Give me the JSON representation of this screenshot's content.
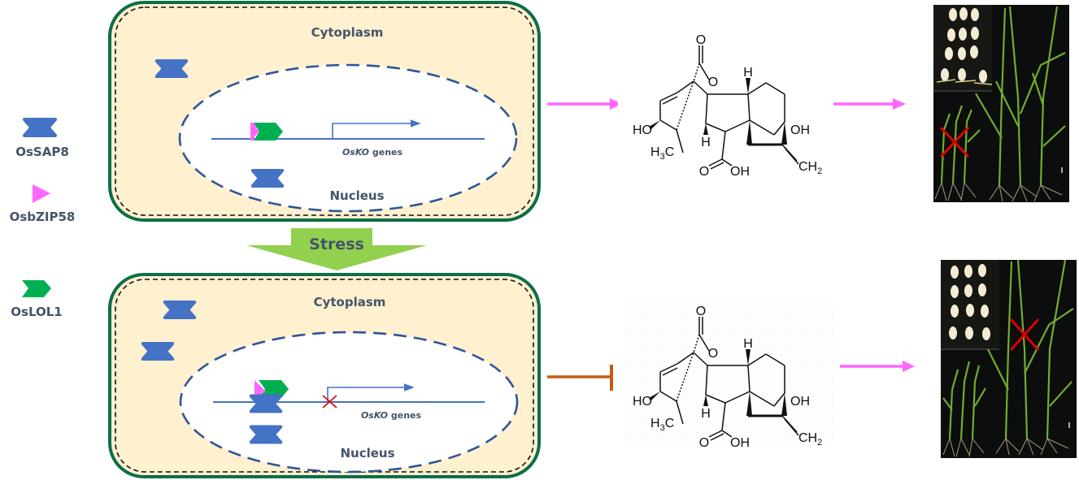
{
  "legend": {
    "items": [
      {
        "label": "OsSAP8",
        "shape": "bowtie-protein",
        "color": "#4472c4"
      },
      {
        "label": "OsbZIP58",
        "shape": "triangle",
        "color": "#ff66ff"
      },
      {
        "label": "OsLOL1",
        "shape": "chevron",
        "color": "#00b050"
      }
    ]
  },
  "top_cell": {
    "cytoplasm_label": "Cytoplasm",
    "nucleus_label": "Nucleus",
    "gene_label_italic": "OsKO",
    "gene_label_suffix": " genes",
    "state": "transcription active"
  },
  "stress_arrow": {
    "label": "Stress",
    "color": "#92d050"
  },
  "bottom_cell": {
    "cytoplasm_label": "Cytoplasm",
    "nucleus_label": "Nucleus",
    "gene_label_italic": "OsKO",
    "gene_label_suffix": " genes",
    "state": "transcription blocked"
  },
  "molecule": {
    "name_icon": "gibberellin-structure-icon",
    "atoms": {
      "ho": "HO",
      "oh": "OH",
      "h": "H",
      "ch3_main": "H",
      "ch3_sub": "3",
      "ch3_c": "C",
      "o": "O",
      "ch2_main": "CH",
      "ch2_sub": "2"
    }
  },
  "arrows": {
    "activate_color": "#ff66ff",
    "inhibit_color": "#c55a11",
    "cross_color": "#e00000"
  },
  "cell": {
    "wall_color": "#0d6e48",
    "cytoplasm_color": "#fff0cf",
    "nucleus_border_color": "#2f5597"
  }
}
